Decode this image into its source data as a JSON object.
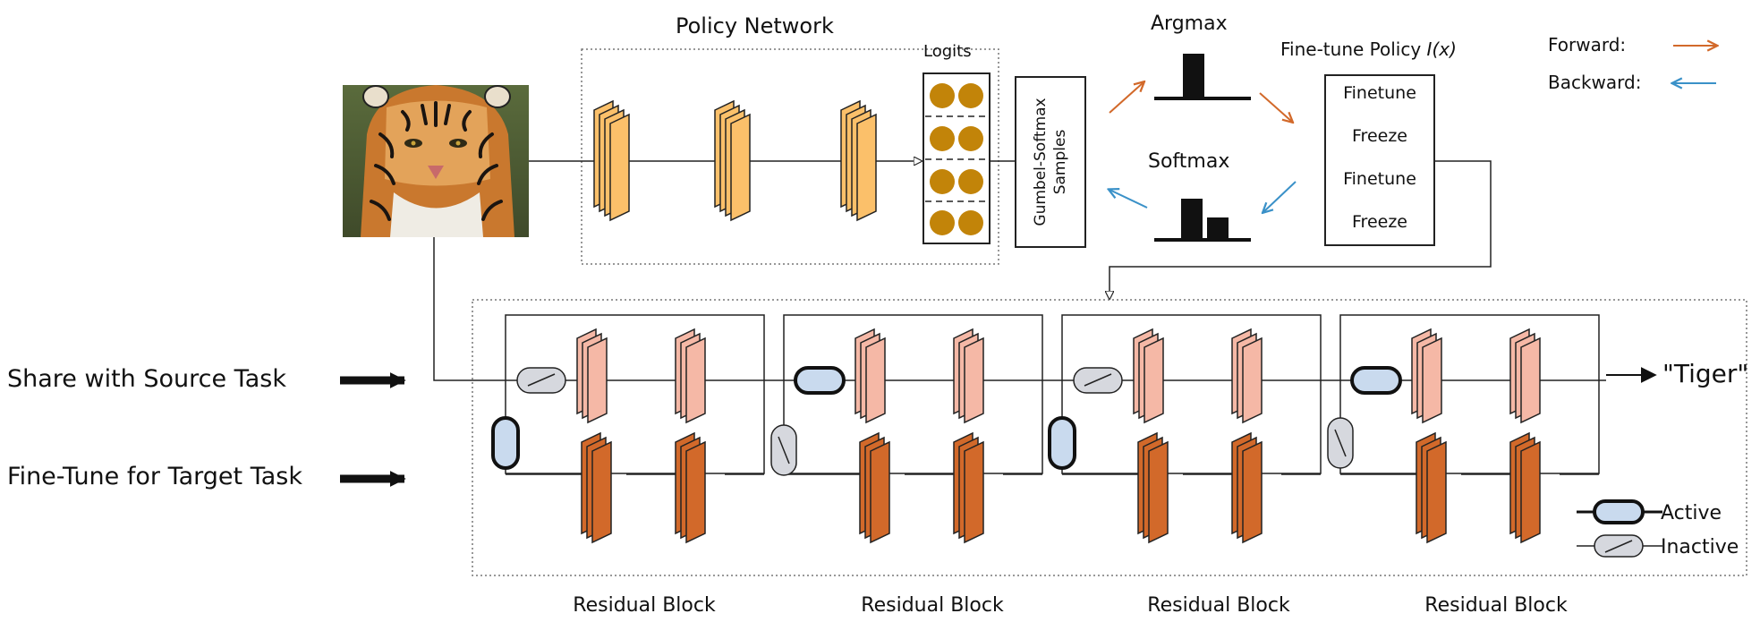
{
  "policy": {
    "title": "Policy Network",
    "logits_label": "Logits",
    "gumbel_label_1": "Gumbel-Softmax",
    "gumbel_label_2": "Samples",
    "argmax_label": "Argmax",
    "softmax_label": "Softmax",
    "finetune_title": "Fine-tune Policy",
    "finetune_fn": "I(x)",
    "finetune_items": [
      "Finetune",
      "Freeze",
      "Finetune",
      "Freeze"
    ]
  },
  "legend": {
    "forward": "Forward:",
    "backward": "Backward:",
    "active": "Active",
    "inactive": "Inactive"
  },
  "backbone": {
    "share_label": "Share with Source Task",
    "finetune_label": "Fine-Tune for Target Task",
    "output_label": "\"Tiger\"",
    "block_labels": [
      "Residual Block",
      "Residual Block",
      "Residual Block",
      "Residual Block"
    ]
  },
  "colors": {
    "policy_layer": "#fbc06a",
    "shared_layer": "#f5b8a6",
    "finetune_layer": "#d2692a",
    "logit_circle": "#c28409",
    "forward_arrow": "#d2692a",
    "backward_arrow": "#3a91c8",
    "active_switch": "#c9daee",
    "inactive_switch": "#d6d8de"
  }
}
